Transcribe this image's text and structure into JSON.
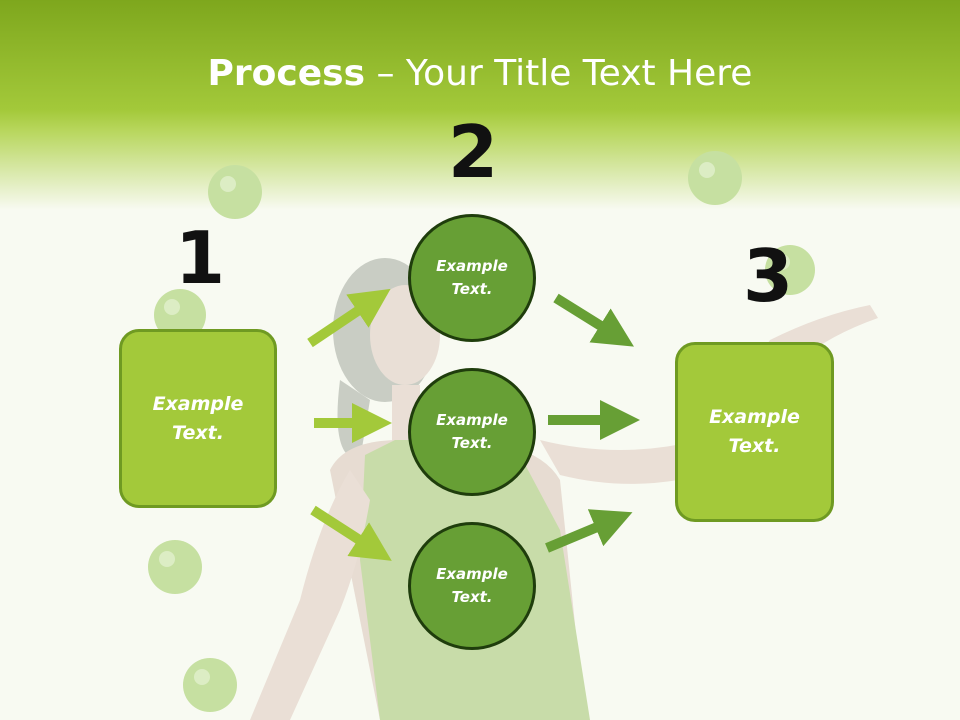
{
  "slide": {
    "title_bold": "Process",
    "title_rest": " – Your Title Text Here"
  },
  "steps": {
    "one": "1",
    "two": "2",
    "three": "3"
  },
  "left_box": {
    "text": "Example Text."
  },
  "circles": [
    {
      "text": "Example Text."
    },
    {
      "text": "Example Text."
    },
    {
      "text": "Example Text."
    }
  ],
  "right_box": {
    "text": "Example Text."
  },
  "colors": {
    "header_green": "#7ea71d",
    "box_fill": "#a3c93a",
    "circle_fill": "#679f35",
    "arrow_light": "#a3c93a",
    "arrow_dark": "#679f35"
  }
}
